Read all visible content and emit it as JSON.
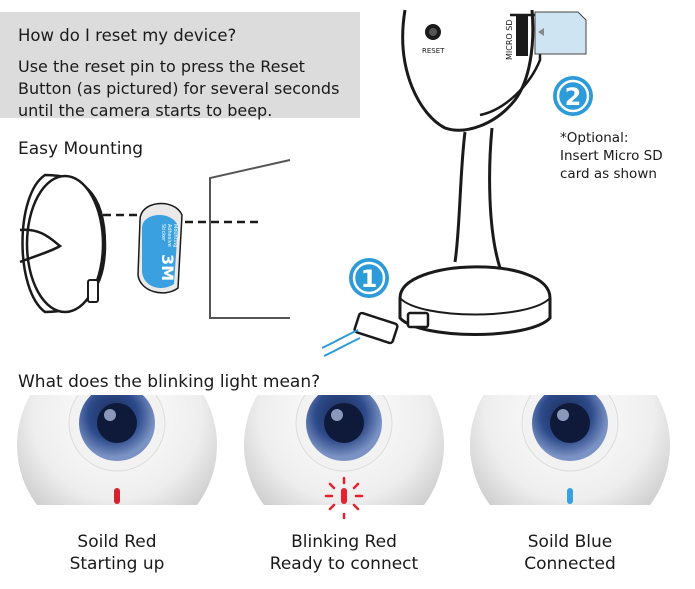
{
  "reset": {
    "question": "How do I reset my device?",
    "answer_lines": [
      "Use the reset pin to press the Reset",
      "Button (as pictured) for several seconds",
      "until the camera starts to beep."
    ]
  },
  "mounting": {
    "heading": "Easy Mounting",
    "sticker_text": [
      "Mounting",
      "Adhesive",
      "Sticker",
      "3M"
    ]
  },
  "camera": {
    "reset_label": "RESET",
    "sd_slot_label": "MICRO SD"
  },
  "steps": [
    {
      "number": "1"
    },
    {
      "number": "2"
    }
  ],
  "optional_note": {
    "lines": [
      "*Optional:",
      "Insert Micro SD",
      "card as shown"
    ]
  },
  "blinking": {
    "heading": "What does the blinking light mean?",
    "states": [
      {
        "title": "Soild Red",
        "subtitle": "Starting up",
        "color": "#d6202f"
      },
      {
        "title": "Blinking Red",
        "subtitle": "Ready to connect",
        "color": "#e8202c"
      },
      {
        "title": "Soild Blue",
        "subtitle": "Connected",
        "color": "#3aa0e0"
      }
    ]
  },
  "colors": {
    "accent_blue": "#2c9bd8",
    "panel_gray": "#dcdcdc"
  }
}
